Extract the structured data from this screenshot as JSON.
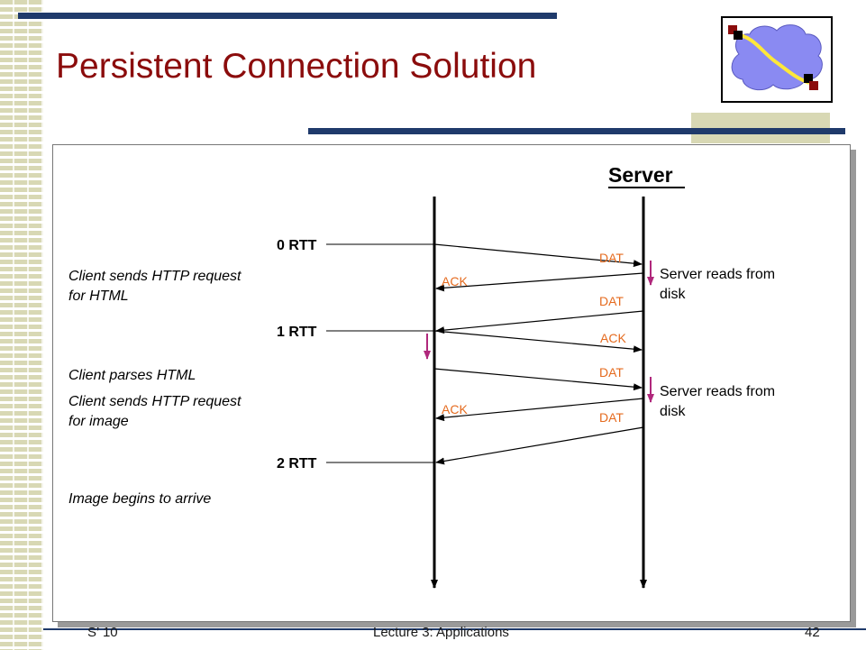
{
  "slide": {
    "title": "Persistent Connection Solution",
    "footer_left": "S’ 10",
    "footer_center": "Lecture 3: Applications",
    "footer_right": "42"
  },
  "diagram": {
    "server_label": "Server",
    "rtt_labels": [
      "0 RTT",
      "1 RTT",
      "2 RTT"
    ],
    "client_notes": [
      "Client sends HTTP request",
      "for HTML",
      "Client parses HTML",
      "Client sends HTTP request",
      "for image",
      "Image begins to arrive"
    ],
    "server_notes": [
      "Server reads from",
      "disk",
      "Server reads from",
      "disk"
    ],
    "message_labels": [
      "DAT",
      "ACK",
      "DAT",
      "ACK",
      "DAT",
      "ACK",
      "DAT"
    ]
  },
  "colors": {
    "title": "#8b0c0c",
    "rule": "#1f3a6b",
    "accent_tan": "#d8d8b4",
    "message_label": "#e56b1f",
    "processing_arrow": "#b0287c",
    "cloud": "#8a8af2",
    "link": "#ffe83a"
  },
  "icons": {
    "logo": "network-cloud-icon"
  }
}
